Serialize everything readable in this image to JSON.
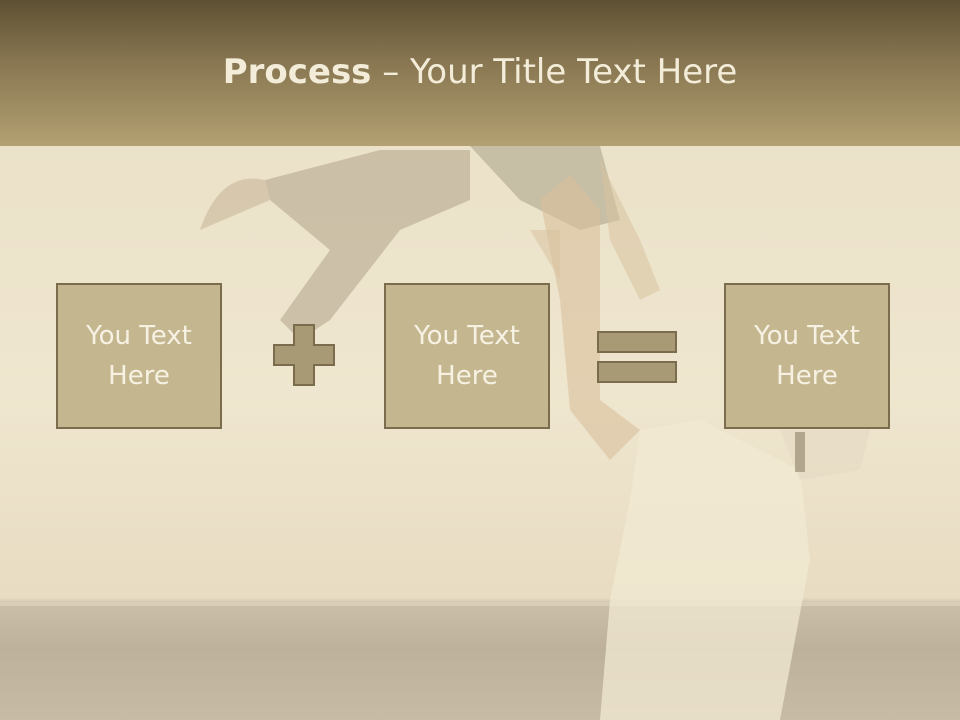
{
  "slide": {
    "title_bold": "Process",
    "title_rest": " – Your Title Text Here"
  },
  "boxes": [
    {
      "text": "You Text Here"
    },
    {
      "text": "You Text Here"
    },
    {
      "text": "You Text Here"
    }
  ],
  "operators": {
    "first": "plus-icon",
    "second": "equals-icon"
  },
  "colors": {
    "header_top": "#5e5033",
    "header_bottom": "#b3a172",
    "box_fill": "#beb088",
    "box_border": "#7b6c4e",
    "operator_fill": "#a89a74"
  }
}
